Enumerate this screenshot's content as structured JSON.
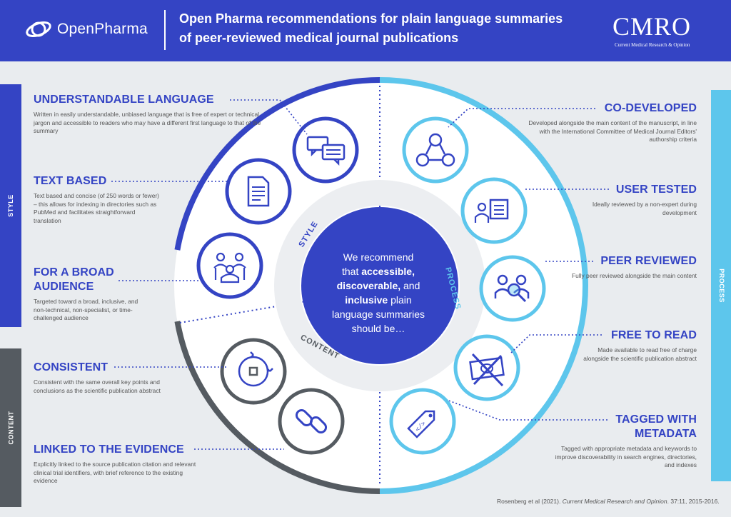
{
  "header": {
    "logo_text": "OpenPharma",
    "title_line1": "Open Pharma recommendations for plain language summaries",
    "title_line2": "of peer-reviewed medical journal publications",
    "cmro_logo": "CMRO",
    "cmro_sub": "Current Medical Research & Opinion"
  },
  "bands": {
    "style": "STYLE",
    "content": "CONTENT",
    "process": "PROCESS"
  },
  "diagram": {
    "center_parts": [
      "We recommend",
      "that ",
      "accessible,",
      "discoverable,",
      " and",
      "inclusive",
      " plain",
      "language summaries",
      "should be…"
    ],
    "segment_style": "STYLE",
    "segment_process": "PROCESS",
    "segment_content": "CONTENT"
  },
  "items": {
    "understandable": {
      "title": "UNDERSTANDABLE LANGUAGE",
      "text": "Written in easily understandable, unbiased language that is free of expert or technical jargon and accessible to readers who may have a different first language to that of the summary"
    },
    "text_based": {
      "title": "TEXT BASED",
      "text": "Text based and concise (of 250 words or fewer) – this allows for indexing in directories such as PubMed and facilitates straightforward translation"
    },
    "broad_audience": {
      "title_line1": "FOR A BROAD",
      "title_line2": "AUDIENCE",
      "text": "Targeted toward a broad, inclusive, and non-technical, non-specialist, or time-challenged audience"
    },
    "consistent": {
      "title": "CONSISTENT",
      "text": "Consistent with the same overall key points and conclusions as the scientific publication abstract"
    },
    "linked": {
      "title": "LINKED TO THE EVIDENCE",
      "text": "Explicitly linked to the source publication citation and relevant clinical trial identifiers, with brief reference to the existing evidence"
    },
    "co_developed": {
      "title": "CO-DEVELOPED",
      "text": "Developed alongside the main content of the manuscript, in line with the International Committee of Medical Journal Editors' authorship criteria"
    },
    "user_tested": {
      "title": "USER TESTED",
      "text": "Ideally reviewed by a non-expert during development"
    },
    "peer_reviewed": {
      "title": "PEER REVIEWED",
      "text": "Fully peer reviewed alongside the main content"
    },
    "free_to_read": {
      "title": "FREE TO READ",
      "text": "Made available to read free of charge alongside the scientific publication abstract"
    },
    "tagged": {
      "title_line1": "TAGGED WITH",
      "title_line2": "METADATA",
      "text": "Tagged with appropriate metadata and keywords to improve discoverability in search engines, directories, and indexes"
    }
  },
  "citation": {
    "authors": "Rosenberg et al (2021).",
    "journal": "Current Medical Research and Opinion",
    "volume": ". 37:11, 2015-2016."
  },
  "colors": {
    "blue": "#3444c4",
    "light_blue": "#5dc6ec",
    "gray": "#555b61",
    "background": "#e9ecef"
  }
}
